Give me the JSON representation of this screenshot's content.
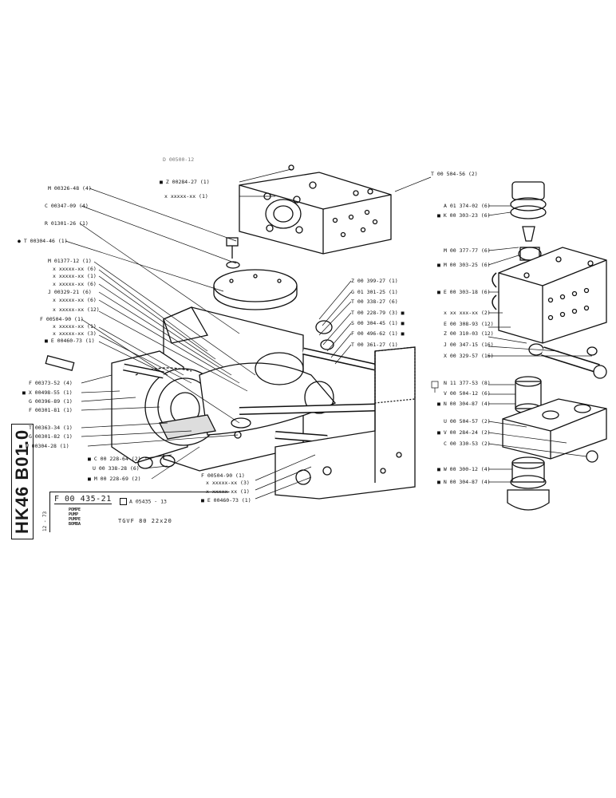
{
  "sheet": {
    "title_vertical": "HK46 B01.0",
    "date_code": "12 - 73",
    "stamp_code": "D 00500-12"
  },
  "title_block": {
    "part_number": "F 00 435-21",
    "reference": "A 05435 - 13",
    "names": [
      "POMPE",
      "PUMP",
      "PUMPE",
      "BOMBA"
    ],
    "model": "TGVF  80   22x20"
  },
  "labels_left": [
    "M 00326-48 (4)",
    "C 00347-09 (4)",
    "R 01301-26 (1)",
    "● T 00304-46 (1)",
    "M 01377-12 (1)",
    "x xxxxx-xx (6)",
    "x xxxxx-xx (1)",
    "x xxxxx-xx (6)",
    "J 00329-21 (6)",
    "x xxxxx-xx (6)",
    "x xxxxx-xx (12)",
    "F 00504-90 (1)",
    "x xxxxx-xx (1)",
    "x xxxxx-xx (3)",
    "■ E 00460-73 (1)",
    "F 00373-52 (4)",
    "■ X 00498-55 (1)",
    "G 00396-89 (1)",
    "F 00301-81 (1)",
    "T 00363-34 (1)",
    "G 00301-82 (1)",
    "■ W 00304-28 (1)"
  ],
  "labels_bottom": [
    "■ C 00 228-64 (2)",
    "U 00 338-28 (6)",
    "■ M 00 228-69 (2)"
  ],
  "labels_center_bottom": [
    "F 00504-90 (1)",
    "x xxxxx-xx (3)",
    "x xxxxx-xx (1)",
    "■ E 00460-73 (1)"
  ],
  "labels_top_center": [
    "■ Z 00284-27 (1)",
    "x  xxxxx-xx (1)"
  ],
  "labels_mid": [
    "Z 00 399-27 (1)",
    "G 01 301-25 (1)",
    "T 00 338-27 (6)",
    "T 00 228-79 (3) ■",
    "S 00 304-45 (1) ■",
    "F 00 496-62 (1) ■",
    "T 00 361-27 (1)"
  ],
  "labels_right": [
    "T 00 504-56 (2)",
    "A 01 374-02 (6)",
    "■ K 00 303-23 (6)",
    "M 00 377-77 (6)",
    "■ M 00 303-25 (6)",
    "■ E 00 303-18 (6)",
    "x xx xxx-xx (2)",
    "E 00 308-93 (12)",
    "Z 00 310-03 (12)",
    "J 00 347-15 (16)",
    "X 00 329-57 (16)",
    "N 11 377-53 (8)",
    "V 00 504-12 (6)",
    "■ N 00 304-87 (4)",
    "U 00 504-57 (2)",
    "■ V 00 284-24 (2)",
    "C 00 330-53 (2)",
    "■ W 00 300-12 (4)",
    "■ N 00 304-87 (4)"
  ]
}
